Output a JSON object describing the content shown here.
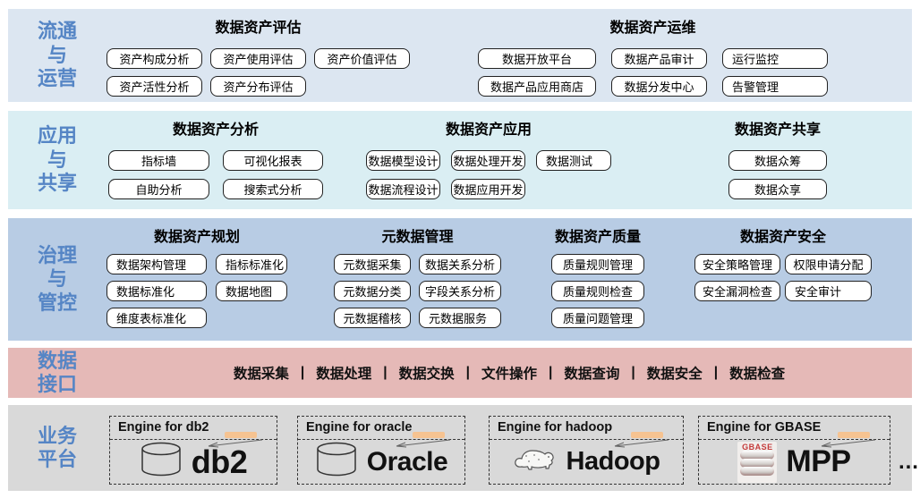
{
  "colors": {
    "layer1_bg": "#dce6f1",
    "layer2_bg": "#daeef3",
    "layer3_bg": "#b8cce4",
    "layer4_bg": "#e5b9b7",
    "layer5_bg": "#d9d9d9",
    "label_text": "#5585c5",
    "chip_bg": "#ffffff",
    "chip_border": "#222222",
    "accent_orange": "#f6c391",
    "gbase_red": "#c43b3b"
  },
  "layers": [
    {
      "name": "circulation-operations",
      "label": {
        "lines": [
          "流通",
          "与",
          "运营"
        ]
      },
      "groups": [
        {
          "title": "数据资产评估",
          "buttons": [
            "资产构成分析",
            "资产使用评估",
            "资产价值评估",
            "资产活性分析",
            "资产分布评估"
          ]
        },
        {
          "title": "数据资产运维",
          "buttons": [
            "数据开放平台",
            "数据产品审计",
            "运行监控",
            "数据产品应用商店",
            "数据分发中心",
            "告警管理"
          ]
        }
      ]
    },
    {
      "name": "application-sharing",
      "label": {
        "lines": [
          "应用",
          "与",
          "共享"
        ]
      },
      "groups": [
        {
          "title": "数据资产分析",
          "buttons": [
            "指标墙",
            "可视化报表",
            "自助分析",
            "搜索式分析"
          ]
        },
        {
          "title": "数据资产应用",
          "buttons": [
            "数据模型设计",
            "数据处理开发",
            "数据测试",
            "数据流程设计",
            "数据应用开发"
          ]
        },
        {
          "title": "数据资产共享",
          "buttons": [
            "数据众筹",
            "数据众享"
          ]
        }
      ]
    },
    {
      "name": "governance-control",
      "label": {
        "lines": [
          "治理",
          "与",
          "管控"
        ]
      },
      "groups": [
        {
          "title": "数据资产规划",
          "buttons": [
            "数据架构管理",
            "指标标准化",
            "数据标准化",
            "数据地图",
            "维度表标准化"
          ]
        },
        {
          "title": "元数据管理",
          "buttons": [
            "元数据采集",
            "数据关系分析",
            "元数据分类",
            "字段关系分析",
            "元数据稽核",
            "元数据服务"
          ]
        },
        {
          "title": "数据资产质量",
          "buttons": [
            "质量规则管理",
            "质量规则检查",
            "质量问题管理"
          ]
        },
        {
          "title": "数据资产安全",
          "buttons": [
            "安全策略管理",
            "权限申请分配",
            "安全漏洞检查",
            "安全审计"
          ]
        }
      ]
    }
  ],
  "interface_layer": {
    "label": {
      "lines": [
        "数据",
        "接口"
      ]
    },
    "separator": "|",
    "items": [
      "数据采集",
      "数据处理",
      "数据交换",
      "文件操作",
      "数据查询",
      "数据安全",
      "数据检查"
    ]
  },
  "platform_layer": {
    "label": {
      "lines": [
        "业务",
        "平台"
      ]
    },
    "engines": [
      {
        "header": "Engine for db2",
        "name": "db2",
        "icon": "database-cylinder-icon"
      },
      {
        "header": "Engine for  oracle",
        "name": "Oracle",
        "icon": "database-cylinder-icon"
      },
      {
        "header": "Engine for hadoop",
        "name": "Hadoop",
        "icon": "hadoop-elephant-icon"
      },
      {
        "header": "Engine for GBASE",
        "name": "MPP",
        "icon": "gbase-logo-icon",
        "logo_text": "GBASE"
      }
    ],
    "ellipsis": "…"
  }
}
